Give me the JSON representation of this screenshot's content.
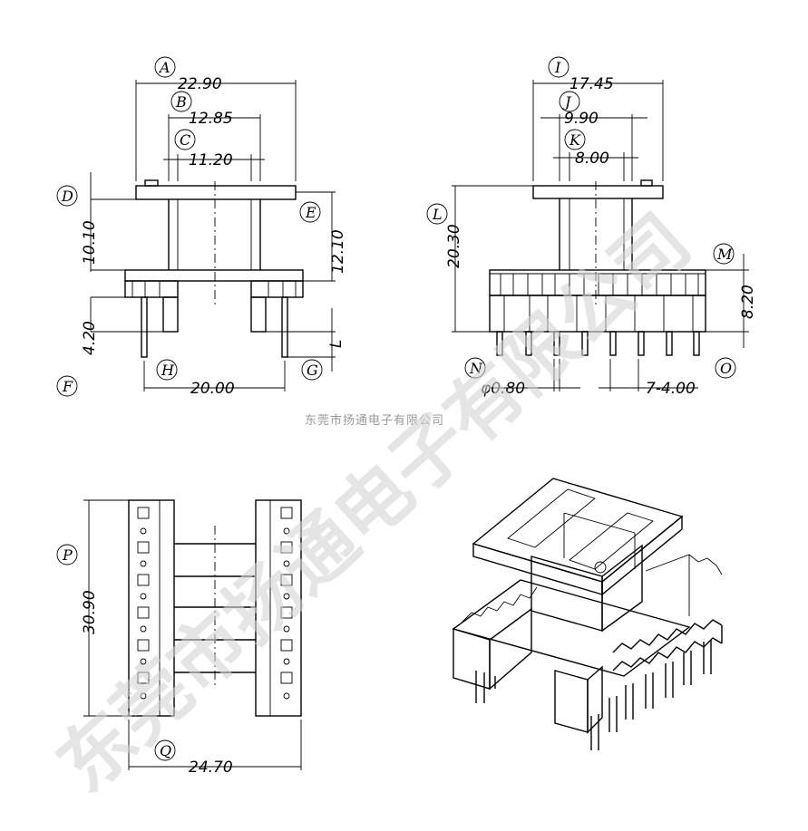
{
  "watermark": "东莞市扬通电子有限公司",
  "company": "东莞市扬通电子有限公司",
  "labels": {
    "A": "A",
    "B": "B",
    "C": "C",
    "D": "D",
    "E": "E",
    "F": "F",
    "G": "G",
    "H": "H",
    "I": "I",
    "J": "J",
    "K": "K",
    "L": "L",
    "M": "M",
    "N": "N",
    "O": "O",
    "P": "P",
    "Q": "Q"
  },
  "dims": {
    "A": "22.90",
    "B": "12.85",
    "C": "11.20",
    "D": "10.10",
    "E": "12.10",
    "F": "4.20",
    "G": "L",
    "H": "20.00",
    "I": "17.45",
    "J": "9.90",
    "K": "8.00",
    "L": "20.30",
    "M": "8.20",
    "N": "φ0.80",
    "O": "7-4.00",
    "P": "30.90",
    "Q": "24.70"
  }
}
